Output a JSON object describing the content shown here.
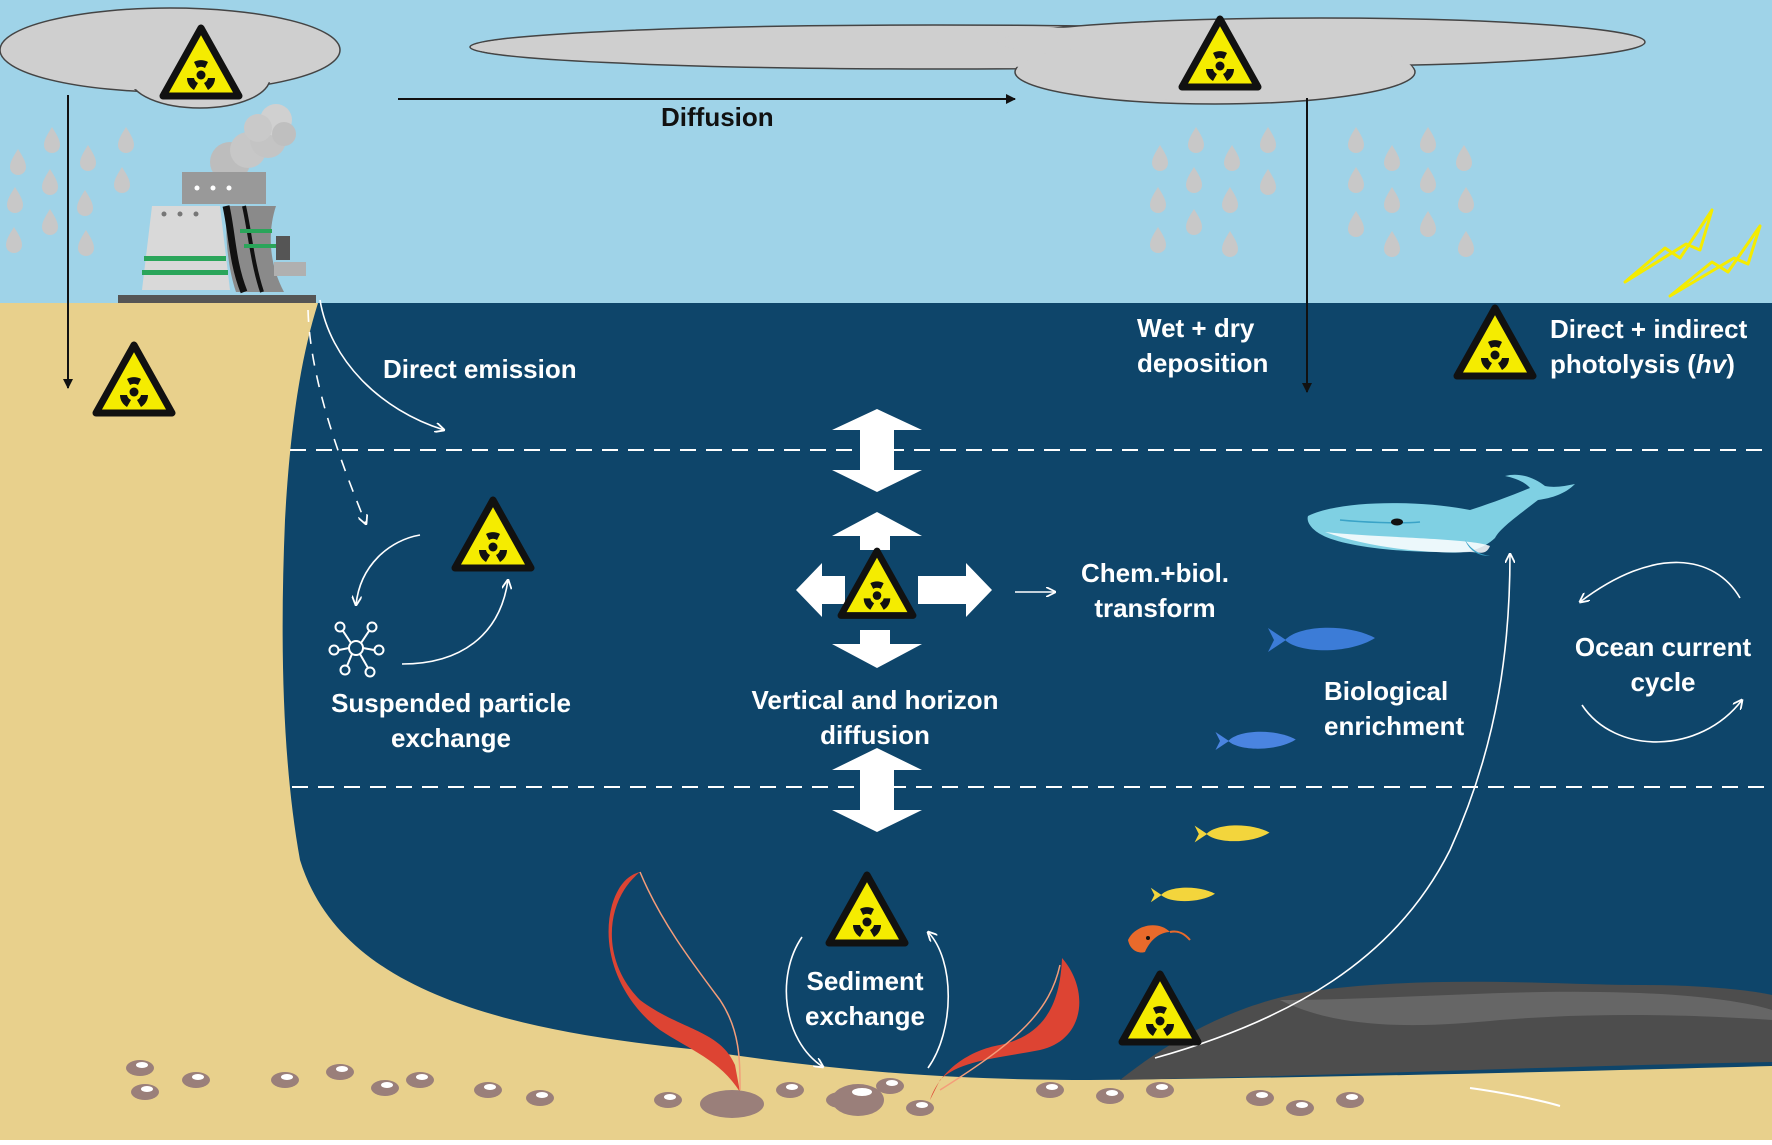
{
  "labels": {
    "diffusion": "Diffusion",
    "direct_emission": "Direct emission",
    "wet_dry_1": "Wet + dry",
    "wet_dry_2": "deposition",
    "photolysis_1": "Direct + indirect",
    "photolysis_2_prefix": "photolysis (",
    "photolysis_2_hv": "hv",
    "photolysis_2_suffix": ")",
    "chem_biol_1": "Chem.+biol.",
    "chem_biol_2": "transform",
    "suspended_1": "Suspended particle",
    "suspended_2": "exchange",
    "vertical_1": "Vertical and horizon",
    "vertical_2": "diffusion",
    "bio_1": "Biological",
    "bio_2": "enrichment",
    "ocean_1": "Ocean current",
    "ocean_2": "cycle",
    "sediment_1": "Sediment",
    "sediment_2": "exchange"
  },
  "icons": {
    "radiation": "radiation-hazard-icon",
    "power_plant": "nuclear-power-plant-icon",
    "rain": "raindrop-icon",
    "lightning": "lightning-icon",
    "whale": "whale-icon",
    "fish": "fish-icon",
    "shrimp": "shrimp-icon",
    "seaweed": "seaweed-icon",
    "particle": "particle-network-icon"
  },
  "colors": {
    "sky": "#9fd3e8",
    "ocean": "#0e456a",
    "sand": "#e8d08c",
    "cloud": "#cfcfcf",
    "hazard_yellow": "#f5ec00",
    "seaweed": "#dd4433",
    "whale": "#7fd0e3",
    "fish_blue": "#3c7cd7",
    "fish_yellow": "#f3d53c"
  }
}
